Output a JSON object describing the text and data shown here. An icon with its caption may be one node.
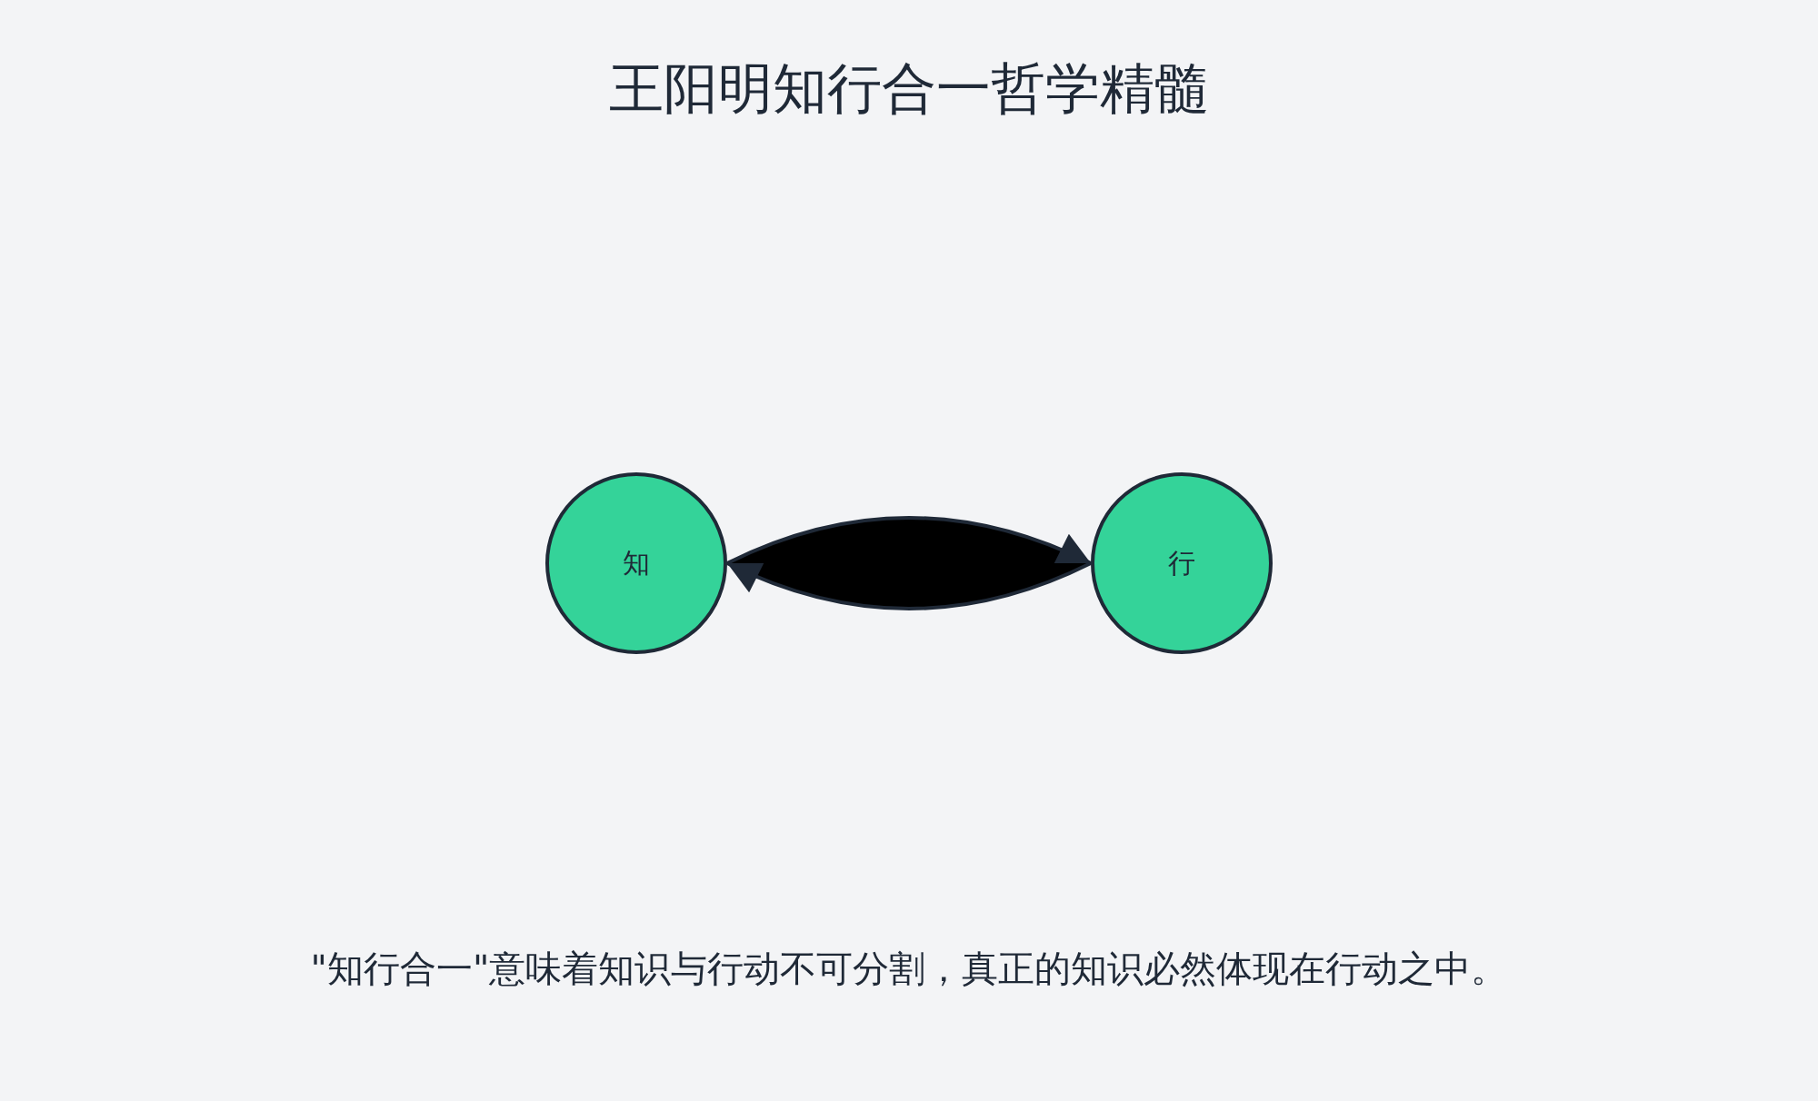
{
  "diagram": {
    "title": "王阳明知行合一哲学精髓",
    "nodes": [
      {
        "text": [
          "知"
        ]
      },
      {
        "text": [
          "行"
        ]
      }
    ],
    "edges": [
      {
        "from": 0,
        "to": 1,
        "arrow": "to"
      },
      {
        "from": 1,
        "to": 0,
        "arrow": "to"
      }
    ],
    "caption": "\"知行合一\"意味着知识与行动不可分割，真正的知识必然体现在行动之中。"
  }
}
